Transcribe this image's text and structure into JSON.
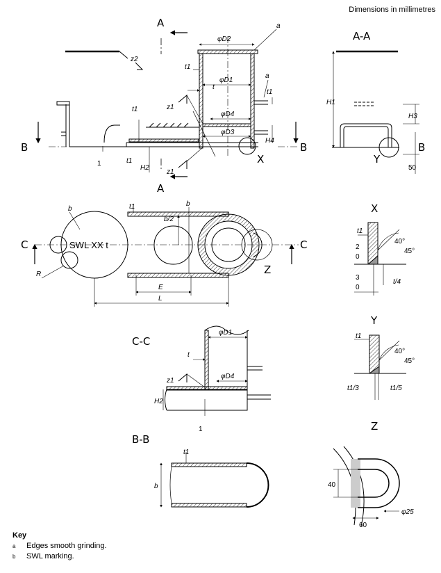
{
  "header": {
    "units_note": "Dimensions in millimetres"
  },
  "sections": {
    "a_a_main": "A",
    "a_a_main_bottom": "A",
    "a_a_view": "A-A",
    "b_left": "B",
    "b_right": "B",
    "b_right2": "B",
    "c_left": "C",
    "c_right": "C",
    "c_c_view": "C-C",
    "b_b_view": "B-B",
    "x_detail": "X",
    "y_detail": "Y",
    "z_detail": "Z",
    "x_callout": "X",
    "y_callout": "Y",
    "z_callout": "Z"
  },
  "labels": {
    "phi_d1": "φD1",
    "phi_d2": "φD2",
    "phi_d3": "φD3",
    "phi_d4": "φD4",
    "t": "t",
    "t1": "t1",
    "h1": "H1",
    "h2": "H2",
    "h3": "H3",
    "h4": "H4",
    "z1": "z1",
    "z2": "z2",
    "b": "b",
    "b_half": "b/2",
    "e": "E",
    "l": "L",
    "r": "R",
    "note_a": "a",
    "note_b": "b",
    "swl": "SWL XX t",
    "one": "1",
    "fifty": "50",
    "x_2": "2",
    "x_0": "0",
    "x_3": "3",
    "x_0b": "0",
    "x_40": "40°",
    "x_45": "45°",
    "x_t4": "t/4",
    "y_40": "40°",
    "y_45": "45°",
    "y_t13": "t1/3",
    "y_t15": "t1/5",
    "z_40": "40",
    "z_60": "60",
    "z_phi25": "φ25"
  },
  "key": {
    "title": "Key",
    "items": [
      {
        "mark": "a",
        "text": "Edges smooth grinding."
      },
      {
        "mark": "b",
        "text": "SWL marking."
      }
    ]
  }
}
